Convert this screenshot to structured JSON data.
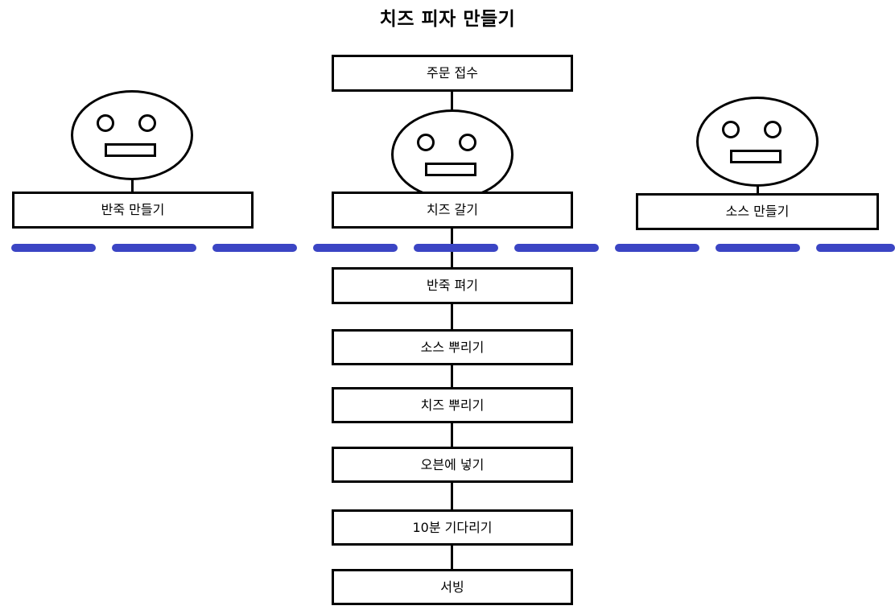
{
  "diagram": {
    "title": "치즈 피자 만들기",
    "lane_divider": {
      "color": "#3B45C4",
      "dash_length": 105,
      "gap_length": 20
    },
    "start_node": {
      "label": "주문 접수"
    },
    "actors": [
      {
        "name": "actor-dough",
        "task": "반죽 만들기",
        "face": "neutral-face"
      },
      {
        "name": "actor-cheese",
        "task": "치즈 갈기",
        "face": "neutral-face"
      },
      {
        "name": "actor-sauce",
        "task": "소스 만들기",
        "face": "neutral-face"
      }
    ],
    "steps": [
      {
        "label": "반죽 펴기"
      },
      {
        "label": "소스 뿌리기"
      },
      {
        "label": "치즈 뿌리기"
      },
      {
        "label": "오븐에 넣기"
      },
      {
        "label": "10분 기다리기"
      },
      {
        "label": "서빙"
      }
    ]
  },
  "chart_data": {
    "type": "diagram",
    "subtype": "flowchart",
    "title": "치즈 피자 만들기",
    "nodes": [
      {
        "id": "n0",
        "label": "주문 접수",
        "lane": "top",
        "column": "center"
      },
      {
        "id": "n1",
        "label": "반죽 만들기",
        "lane": "top",
        "column": "left",
        "actor": true
      },
      {
        "id": "n2",
        "label": "치즈 갈기",
        "lane": "top",
        "column": "center",
        "actor": true
      },
      {
        "id": "n3",
        "label": "소스 만들기",
        "lane": "top",
        "column": "right",
        "actor": true
      },
      {
        "id": "n4",
        "label": "반죽 펴기",
        "lane": "bottom",
        "column": "center"
      },
      {
        "id": "n5",
        "label": "소스 뿌리기",
        "lane": "bottom",
        "column": "center"
      },
      {
        "id": "n6",
        "label": "치즈 뿌리기",
        "lane": "bottom",
        "column": "center"
      },
      {
        "id": "n7",
        "label": "오븐에 넣기",
        "lane": "bottom",
        "column": "center"
      },
      {
        "id": "n8",
        "label": "10분 기다리기",
        "lane": "bottom",
        "column": "center"
      },
      {
        "id": "n9",
        "label": "서빙",
        "lane": "bottom",
        "column": "center"
      }
    ],
    "edges": [
      {
        "from": "n0",
        "to": "n2"
      },
      {
        "from": "n2",
        "to": "n4"
      },
      {
        "from": "n4",
        "to": "n5"
      },
      {
        "from": "n5",
        "to": "n6"
      },
      {
        "from": "n6",
        "to": "n7"
      },
      {
        "from": "n7",
        "to": "n8"
      },
      {
        "from": "n8",
        "to": "n9"
      }
    ]
  }
}
